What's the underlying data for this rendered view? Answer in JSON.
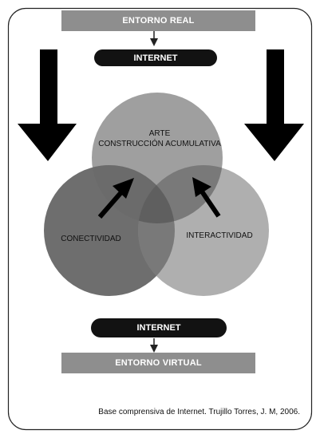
{
  "top": {
    "banner": "ENTORNO REAL",
    "pill": "INTERNET"
  },
  "bottom": {
    "pill": "INTERNET",
    "banner": "ENTORNO VIRTUAL"
  },
  "circles": {
    "top": {
      "line1": "ARTE",
      "line2": "CONSTRUCCIÓN ACUMULATIVA"
    },
    "left": {
      "label": "CONECTIVIDAD"
    },
    "right": {
      "label": "INTERACTIVIDAD"
    }
  },
  "caption": "Base comprensiva de Internet. Trujillo Torres, J. M, 2006.",
  "colors": {
    "banner": "#8e8e8e",
    "pill": "#121212",
    "circle_dark": "#6e6e6e",
    "circle_mid": "#8a8a8a",
    "circle_light": "#a6a6a6",
    "arrow": "#000000"
  }
}
